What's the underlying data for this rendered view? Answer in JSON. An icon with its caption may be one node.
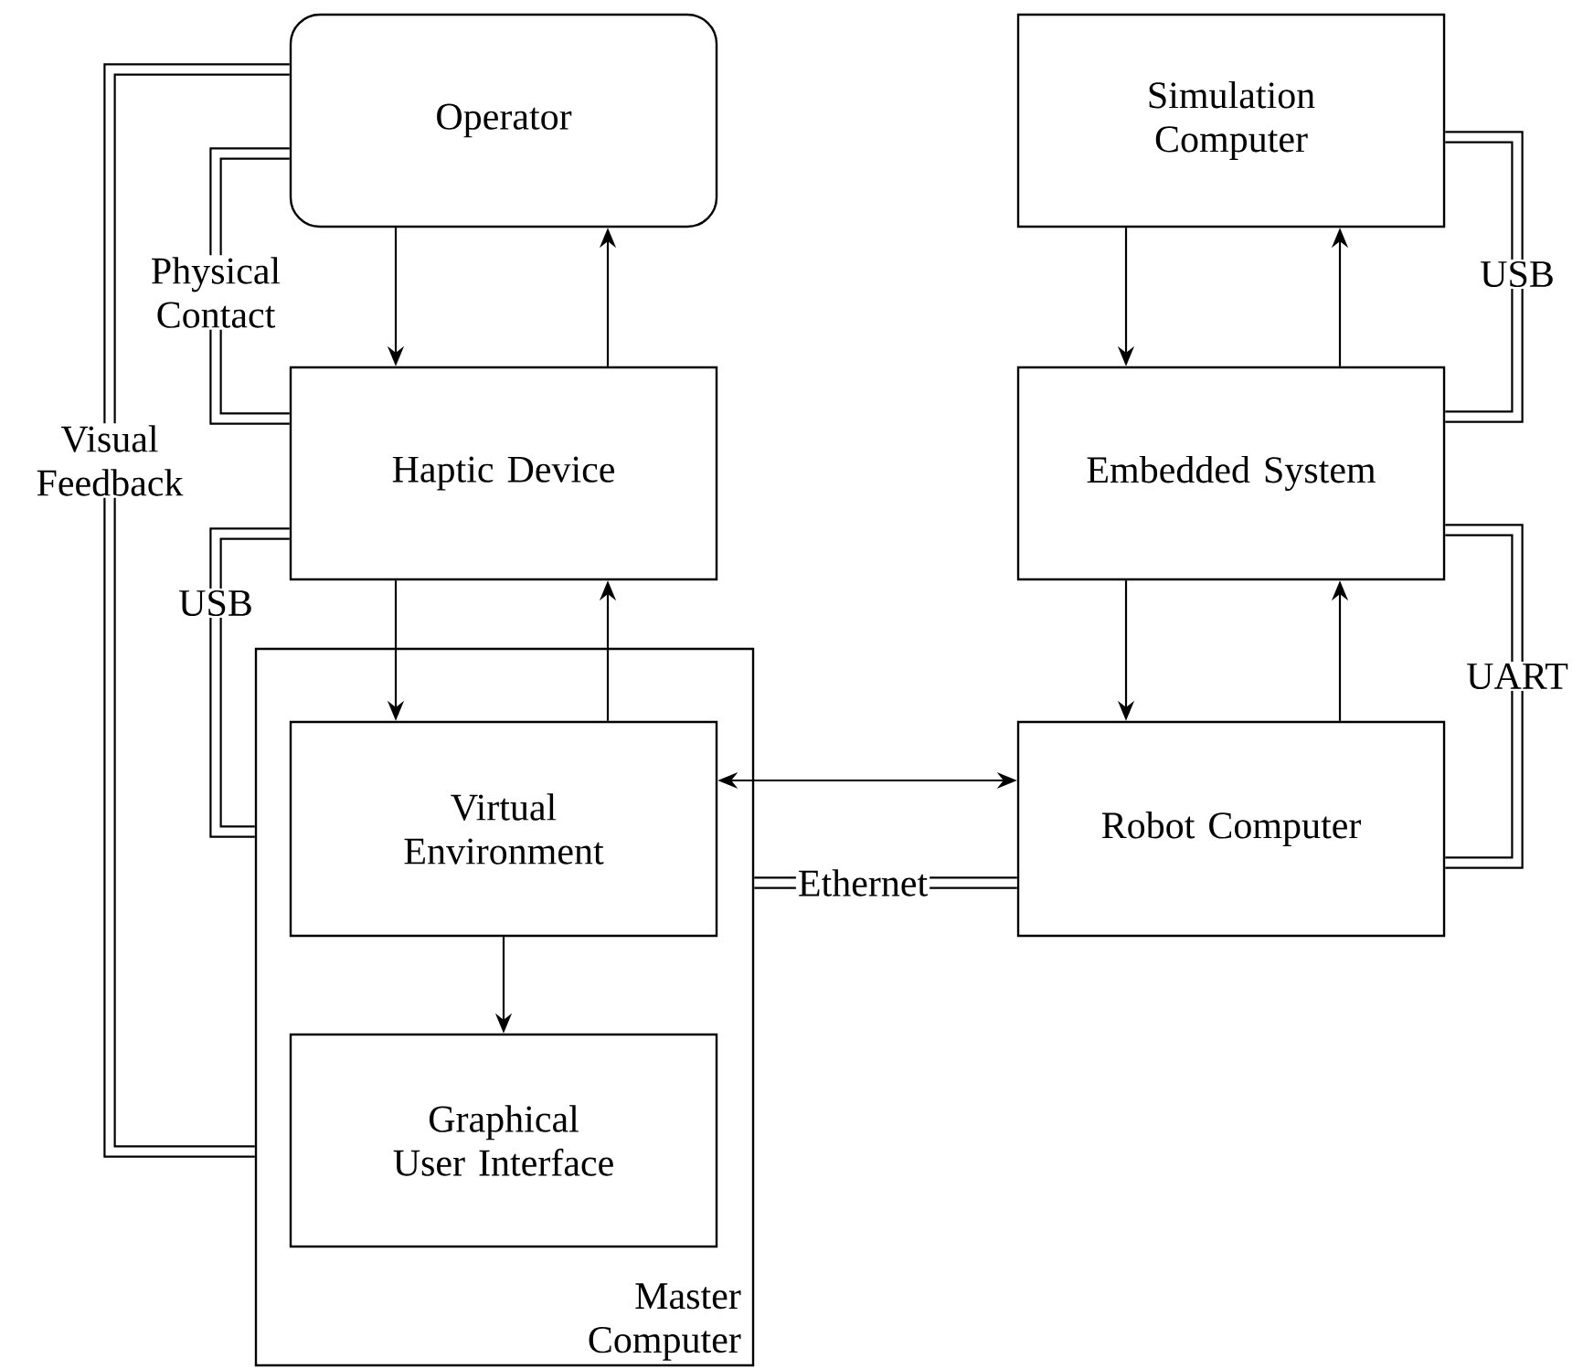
{
  "diagram": {
    "nodes": [
      {
        "text": [
          "Operator"
        ]
      },
      {
        "text": [
          "Haptic Device"
        ]
      },
      {
        "text": [
          "Master Computer"
        ]
      },
      {
        "text": [
          "Virtual Environment"
        ],
        "in": 2
      },
      {
        "text": [
          "Graphical User Interface"
        ],
        "in": 2
      },
      {
        "text": [
          "Simulation Computer"
        ]
      },
      {
        "text": [
          "Embedded System"
        ]
      },
      {
        "text": [
          "Robot Computer"
        ]
      }
    ],
    "edges": [
      {
        "from": 0,
        "to": 1,
        "arrow": "to"
      },
      {
        "from": 1,
        "to": 0,
        "arrow": "to"
      },
      {
        "from": 1,
        "to": 3,
        "arrow": "to"
      },
      {
        "from": 3,
        "to": 1,
        "arrow": "to"
      },
      {
        "from": 3,
        "to": 4,
        "arrow": "to"
      },
      {
        "from": 3,
        "to": 7,
        "arrow": "both"
      },
      {
        "from": 2,
        "to": 7,
        "arrow": "none",
        "style": "thick",
        "label": "Ethernet"
      },
      {
        "from": 0,
        "to": 1,
        "arrow": "none",
        "style": "thick",
        "label": "Physical Contact"
      },
      {
        "from": 0,
        "to": 2,
        "arrow": "none",
        "style": "thick",
        "label": "Visual Feedback"
      },
      {
        "from": 1,
        "to": 2,
        "arrow": "none",
        "style": "thick",
        "label": "USB"
      },
      {
        "from": 5,
        "to": 6,
        "arrow": "none",
        "style": "thick",
        "label": "USB"
      },
      {
        "from": 6,
        "to": 7,
        "arrow": "none",
        "style": "thick",
        "label": "UART"
      },
      {
        "from": 5,
        "to": 6,
        "arrow": "to"
      },
      {
        "from": 6,
        "to": 5,
        "arrow": "to"
      },
      {
        "from": 6,
        "to": 7,
        "arrow": "to"
      },
      {
        "from": 7,
        "to": 6,
        "arrow": "to"
      }
    ]
  }
}
